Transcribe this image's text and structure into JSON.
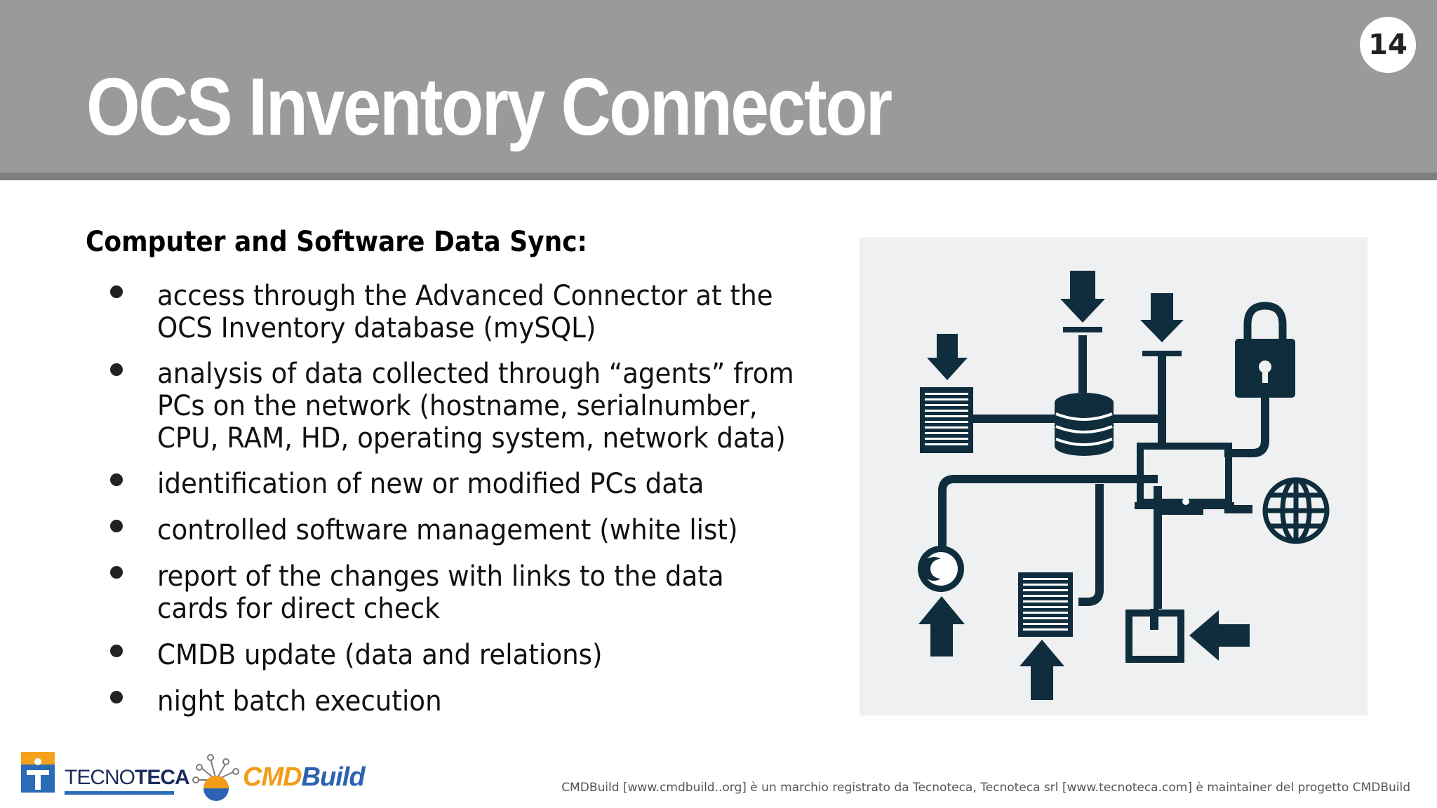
{
  "slide": {
    "title": "OCS Inventory Connector",
    "page_number": "14"
  },
  "content": {
    "subheading": "Computer and Software Data Sync:",
    "bullets": [
      {
        "lines": [
          "access through the Advanced Connector at the",
          "OCS Inventory database (mySQL)"
        ]
      },
      {
        "lines": [
          "analysis of data collected through “agents” from",
          "PCs on the network (hostname, serialnumber,",
          "CPU, RAM, HD, operating system, network data)"
        ]
      },
      {
        "lines": [
          "identification of new or modified PCs data"
        ]
      },
      {
        "lines": [
          "controlled software management (white list)"
        ]
      },
      {
        "lines": [
          "report of the changes with links to the data",
          "cards for direct check"
        ]
      },
      {
        "lines": [
          "CMDB update (data and relations)"
        ]
      },
      {
        "lines": [
          "night batch execution"
        ]
      }
    ]
  },
  "illustration": {
    "icons": [
      "download-arrow-icon",
      "document-icon",
      "database-icon",
      "padlock-icon",
      "laptop-icon",
      "globe-icon",
      "moon-icon",
      "upload-arrow-icon",
      "monitor-icon",
      "left-arrow-icon"
    ],
    "color": "#0f2d3d"
  },
  "footer": {
    "logos": {
      "tecnoteca": {
        "part1": "TECNO",
        "part2": "TECA"
      },
      "cmdbuild": {
        "part1": "CMD",
        "part2": "Build"
      }
    },
    "legal_text": "CMDBuild [www.cmdbuild..org] è un marchio registrato da Tecnoteca, Tecnoteca srl [www.tecnoteca.com] è maintainer del progetto CMDBuild"
  },
  "colors": {
    "header_bg": "#9a9a9a",
    "title_text": "#ffffff",
    "icon_color": "#0f2d3d",
    "cmdbuild_orange": "#f39c18",
    "cmdbuild_blue": "#2b62b3"
  }
}
